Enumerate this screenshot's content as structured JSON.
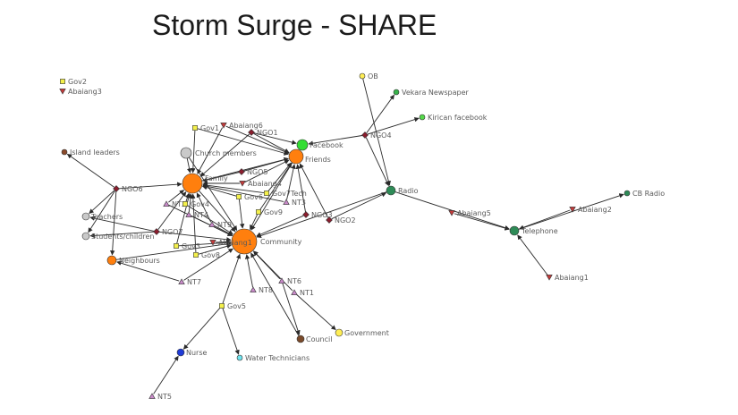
{
  "title": "Storm Surge - SHARE",
  "colors": {
    "edge": "#2a2a2a",
    "gov": "#f4f04a",
    "individual": "#c23a3a",
    "ngo": "#8b1e2e",
    "nt": "#c98ac9",
    "hub": "#ff7f0e",
    "media": "#37b34a",
    "community_grey": "#c9c9c9",
    "council": "#7a4a2a",
    "nurse": "#1f3bd6",
    "water": "#6fe3ee",
    "radio": "#2e8b57",
    "ob": "#ffee55",
    "government": "#ffee55"
  },
  "nodes": [
    {
      "id": "Gov2",
      "label": "Gov2",
      "shape": "square",
      "color": "#f4f04a"
    },
    {
      "id": "Abaiang3",
      "label": "Abaiang3",
      "shape": "triangle-down",
      "color": "#c23a3a"
    },
    {
      "id": "OB",
      "label": "OB",
      "shape": "circle",
      "color": "#ffee55"
    },
    {
      "id": "Vekara",
      "label": "Vekara Newspaper",
      "shape": "circle",
      "color": "#37b34a"
    },
    {
      "id": "Kirican",
      "label": "Kirican facebook",
      "shape": "circle",
      "color": "#55d94a"
    },
    {
      "id": "Gov1",
      "label": "Gov1",
      "shape": "square",
      "color": "#f4f04a"
    },
    {
      "id": "Abaiang6",
      "label": "Abaiang6",
      "shape": "triangle-down",
      "color": "#c23a3a"
    },
    {
      "id": "NGO1",
      "label": "NGO1",
      "shape": "diamond",
      "color": "#8b1e2e"
    },
    {
      "id": "Facebook",
      "label": "Facebook",
      "shape": "circle",
      "color": "#33dd33"
    },
    {
      "id": "Friends",
      "label": "Friends",
      "shape": "circle",
      "color": "#ff7f0e"
    },
    {
      "id": "NGO4",
      "label": "NGO4",
      "shape": "diamond",
      "color": "#8b1e2e"
    },
    {
      "id": "IslandLeaders",
      "label": "Island leaders",
      "shape": "circle",
      "color": "#8a4a2a"
    },
    {
      "id": "Church",
      "label": "Church members",
      "shape": "circle",
      "color": "#c9c9c9"
    },
    {
      "id": "Family",
      "label": "Family",
      "shape": "circle",
      "color": "#ff7f0e"
    },
    {
      "id": "NGO5",
      "label": "NGO5",
      "shape": "diamond",
      "color": "#8b1e2e"
    },
    {
      "id": "NGO6",
      "label": "NGO6",
      "shape": "diamond",
      "color": "#8b1e2e"
    },
    {
      "id": "Abaiang4",
      "label": "Abaiang4",
      "shape": "triangle-down",
      "color": "#c23a3a"
    },
    {
      "id": "Gov7",
      "label": "Gov7Tech",
      "shape": "square",
      "color": "#f4f04a"
    },
    {
      "id": "Gov6",
      "label": "Gov6",
      "shape": "square",
      "color": "#f4f04a"
    },
    {
      "id": "NT3",
      "label": "NT3",
      "shape": "triangle-up",
      "color": "#c98ac9"
    },
    {
      "id": "Radio",
      "label": "Radio",
      "shape": "circle",
      "color": "#2e8b57"
    },
    {
      "id": "NT2",
      "label": "NT2",
      "shape": "triangle-up",
      "color": "#c98ac9"
    },
    {
      "id": "Gov4",
      "label": "Gov4",
      "shape": "square",
      "color": "#f4f04a"
    },
    {
      "id": "NT4",
      "label": "NT4",
      "shape": "triangle-up",
      "color": "#c98ac9"
    },
    {
      "id": "Gov9",
      "label": "Gov9",
      "shape": "square",
      "color": "#f4f04a"
    },
    {
      "id": "NGO3",
      "label": "NGO3",
      "shape": "diamond",
      "color": "#8b1e2e"
    },
    {
      "id": "CBRadio",
      "label": "CB Radio",
      "shape": "circle",
      "color": "#2e8b57"
    },
    {
      "id": "Teachers",
      "label": "Teachers",
      "shape": "circle",
      "color": "#c9c9c9"
    },
    {
      "id": "Abaiang5",
      "label": "Abaiang5",
      "shape": "triangle-down",
      "color": "#c23a3a"
    },
    {
      "id": "Abaiang2",
      "label": "Abaiang2",
      "shape": "triangle-down",
      "color": "#c23a3a"
    },
    {
      "id": "NGO2",
      "label": "NGO2",
      "shape": "diamond",
      "color": "#8b1e2e"
    },
    {
      "id": "NT9",
      "label": "NT9",
      "shape": "triangle-up",
      "color": "#c98ac9"
    },
    {
      "id": "Students",
      "label": "Students/children",
      "shape": "circle",
      "color": "#c9c9c9"
    },
    {
      "id": "NGO7",
      "label": "NGO7",
      "shape": "diamond",
      "color": "#8b1e2e"
    },
    {
      "id": "Telephone",
      "label": "Telephone",
      "shape": "circle",
      "color": "#2e8b57"
    },
    {
      "id": "Community",
      "label": "Community",
      "shape": "circle",
      "color": "#ff7f0e"
    },
    {
      "id": "Abaiang1b",
      "label": "Abaiang1",
      "shape": "triangle-down",
      "color": "#c23a3a"
    },
    {
      "id": "Gov3",
      "label": "Gov3",
      "shape": "square",
      "color": "#f4f04a"
    },
    {
      "id": "Gov8",
      "label": "Gov8",
      "shape": "square",
      "color": "#f4f04a"
    },
    {
      "id": "Neighbours",
      "label": "Neighbours",
      "shape": "circle",
      "color": "#ff7f0e"
    },
    {
      "id": "Abaiang1",
      "label": "Abaiang1",
      "shape": "triangle-down",
      "color": "#c23a3a"
    },
    {
      "id": "NT7",
      "label": "NT7",
      "shape": "triangle-up",
      "color": "#c98ac9"
    },
    {
      "id": "NT6",
      "label": "NT6",
      "shape": "triangle-up",
      "color": "#c98ac9"
    },
    {
      "id": "NT8",
      "label": "NT8",
      "shape": "triangle-up",
      "color": "#c98ac9"
    },
    {
      "id": "NT1",
      "label": "NT1",
      "shape": "triangle-up",
      "color": "#c98ac9"
    },
    {
      "id": "Gov5",
      "label": "Gov5",
      "shape": "square",
      "color": "#f4f04a"
    },
    {
      "id": "Government",
      "label": "Government",
      "shape": "circle",
      "color": "#ffee55"
    },
    {
      "id": "Council",
      "label": "Council",
      "shape": "circle",
      "color": "#7a4a2a"
    },
    {
      "id": "Nurse",
      "label": "Nurse",
      "shape": "circle",
      "color": "#1f3bd6"
    },
    {
      "id": "Water",
      "label": "Water Technicians",
      "shape": "circle",
      "color": "#6fe3ee"
    },
    {
      "id": "NT5",
      "label": "NT5",
      "shape": "triangle-up",
      "color": "#c98ac9"
    }
  ],
  "edges": [
    [
      "OB",
      "Radio"
    ],
    [
      "NGO4",
      "Vekara"
    ],
    [
      "NGO4",
      "Kirican"
    ],
    [
      "NGO4",
      "Radio"
    ],
    [
      "NGO4",
      "Facebook"
    ],
    [
      "Gov1",
      "Family"
    ],
    [
      "Gov1",
      "Friends"
    ],
    [
      "Abaiang6",
      "Friends"
    ],
    [
      "Abaiang6",
      "Family"
    ],
    [
      "NGO1",
      "Friends"
    ],
    [
      "NGO1",
      "Family"
    ],
    [
      "NGO1",
      "Facebook"
    ],
    [
      "NGO5",
      "Family"
    ],
    [
      "NGO5",
      "Friends"
    ],
    [
      "Abaiang4",
      "Family"
    ],
    [
      "Abaiang4",
      "Friends"
    ],
    [
      "Gov7",
      "Friends"
    ],
    [
      "Gov7",
      "Family"
    ],
    [
      "Gov6",
      "Family"
    ],
    [
      "Gov6",
      "Community"
    ],
    [
      "NT3",
      "Friends"
    ],
    [
      "NT3",
      "Family"
    ],
    [
      "Gov9",
      "Friends"
    ],
    [
      "Gov9",
      "Community"
    ],
    [
      "NGO3",
      "Friends"
    ],
    [
      "NGO3",
      "Community"
    ],
    [
      "NGO2",
      "Radio"
    ],
    [
      "NGO2",
      "Friends"
    ],
    [
      "Radio",
      "Community"
    ],
    [
      "Radio",
      "Telephone"
    ],
    [
      "Abaiang5",
      "Telephone"
    ],
    [
      "Abaiang2",
      "Telephone"
    ],
    [
      "Telephone",
      "CBRadio"
    ],
    [
      "Abaiang1",
      "Telephone"
    ],
    [
      "NGO6",
      "IslandLeaders"
    ],
    [
      "NGO6",
      "Teachers"
    ],
    [
      "NGO6",
      "Students"
    ],
    [
      "NGO6",
      "Neighbours"
    ],
    [
      "NGO6",
      "Family"
    ],
    [
      "Church",
      "Family"
    ],
    [
      "Church",
      "Community"
    ],
    [
      "NGO7",
      "Teachers"
    ],
    [
      "NGO7",
      "Students"
    ],
    [
      "NGO7",
      "Family"
    ],
    [
      "NGO7",
      "Community"
    ],
    [
      "NT2",
      "Family"
    ],
    [
      "NT2",
      "Community"
    ],
    [
      "Gov4",
      "Family"
    ],
    [
      "Gov4",
      "Community"
    ],
    [
      "NT4",
      "Family"
    ],
    [
      "NT4",
      "Community"
    ],
    [
      "NT9",
      "Family"
    ],
    [
      "NT9",
      "Community"
    ],
    [
      "Gov3",
      "Family"
    ],
    [
      "Gov3",
      "Community"
    ],
    [
      "Gov8",
      "Family"
    ],
    [
      "Gov8",
      "Community"
    ],
    [
      "Abaiang1b",
      "Community"
    ],
    [
      "Neighbours",
      "Community"
    ],
    [
      "NT7",
      "Neighbours"
    ],
    [
      "NT7",
      "Community"
    ],
    [
      "NT8",
      "Community"
    ],
    [
      "NT6",
      "Community"
    ],
    [
      "NT6",
      "Council"
    ],
    [
      "NT1",
      "Community"
    ],
    [
      "NT1",
      "Government"
    ],
    [
      "Gov5",
      "Community"
    ],
    [
      "Gov5",
      "Nurse"
    ],
    [
      "Gov5",
      "Water"
    ],
    [
      "NT5",
      "Nurse"
    ],
    [
      "Friends",
      "Community"
    ],
    [
      "Family",
      "Community"
    ],
    [
      "Family",
      "Friends"
    ],
    [
      "Council",
      "Community"
    ]
  ]
}
